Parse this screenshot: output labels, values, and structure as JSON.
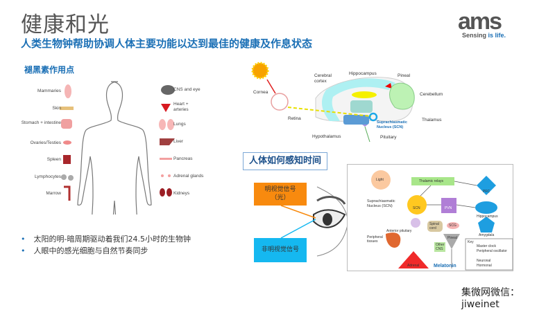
{
  "header": {
    "title": "健康和光",
    "subtitle": "人类生物钟帮助协调人体主要功能以达到最佳的健康及作息状态"
  },
  "logo": {
    "brand": "ams",
    "tagline_prefix": "Sensing ",
    "tagline_suffix": "is life."
  },
  "melatonin_sites": {
    "heading": "褪黑素作用点",
    "left": [
      "Mammaries",
      "Skin",
      "Stomach + intestine",
      "Ovaries/Testies",
      "Spleen",
      "Lymphocytes",
      "Marrow"
    ],
    "right": [
      "CNS and eye",
      "Heart + arteries",
      "Lungs",
      "Liver",
      "Pancreas",
      "Adrenal glands",
      "Kidneys"
    ]
  },
  "brain": {
    "labels": {
      "cornea": "Cornea",
      "retina": "Retina",
      "cortex": "Cerebral cortex",
      "hippocampus": "Hippocampus",
      "pineal": "Pineal",
      "cerebellum": "Cerebellum",
      "thalamus": "Thalamus",
      "hypothalamus": "Hypothalamus",
      "scn": "Suprachiasmatic Nucleus (SCN)",
      "pituitary": "Pituitary"
    }
  },
  "perception": {
    "heading": "人体如何感知时间",
    "visual": "明视觉信号",
    "visual_sub": "（光）",
    "nonvisual": "非明视觉信号"
  },
  "circadian": {
    "light": "Light",
    "thalamic": "Thalamic relays",
    "scn_full": "Suprachiasmatic Nucleus (SCN)",
    "scn": "SCN",
    "pvn": "PVN",
    "pituitary": "Anterior pituitary",
    "spinal": "Spinal cord",
    "scg": "SCG",
    "pineal": "Pineal",
    "peripheral": "Peripheral tissues",
    "other": "Other CNS",
    "adrenal": "Adrenal",
    "melatonin": "Melatonin",
    "pfc": "PFC",
    "hippocampus": "Hippocampus",
    "amygdala": "Amygdala",
    "key": {
      "title": "Key",
      "master": "Master clock",
      "oscillator": "Peripheral oscillator",
      "neuronal": "Neuronal",
      "hormonal": "Hormonal"
    }
  },
  "bullets": [
    "太阳的明-暗周期驱动着我们24.5小时的生物钟",
    "人眼中的感光细胞与自然节奏同步"
  ],
  "footer": "集微网微信：jiweinet",
  "colors": {
    "accent": "#1a6fb5",
    "orange": "#f88a0e",
    "cyan": "#15b8f0"
  }
}
